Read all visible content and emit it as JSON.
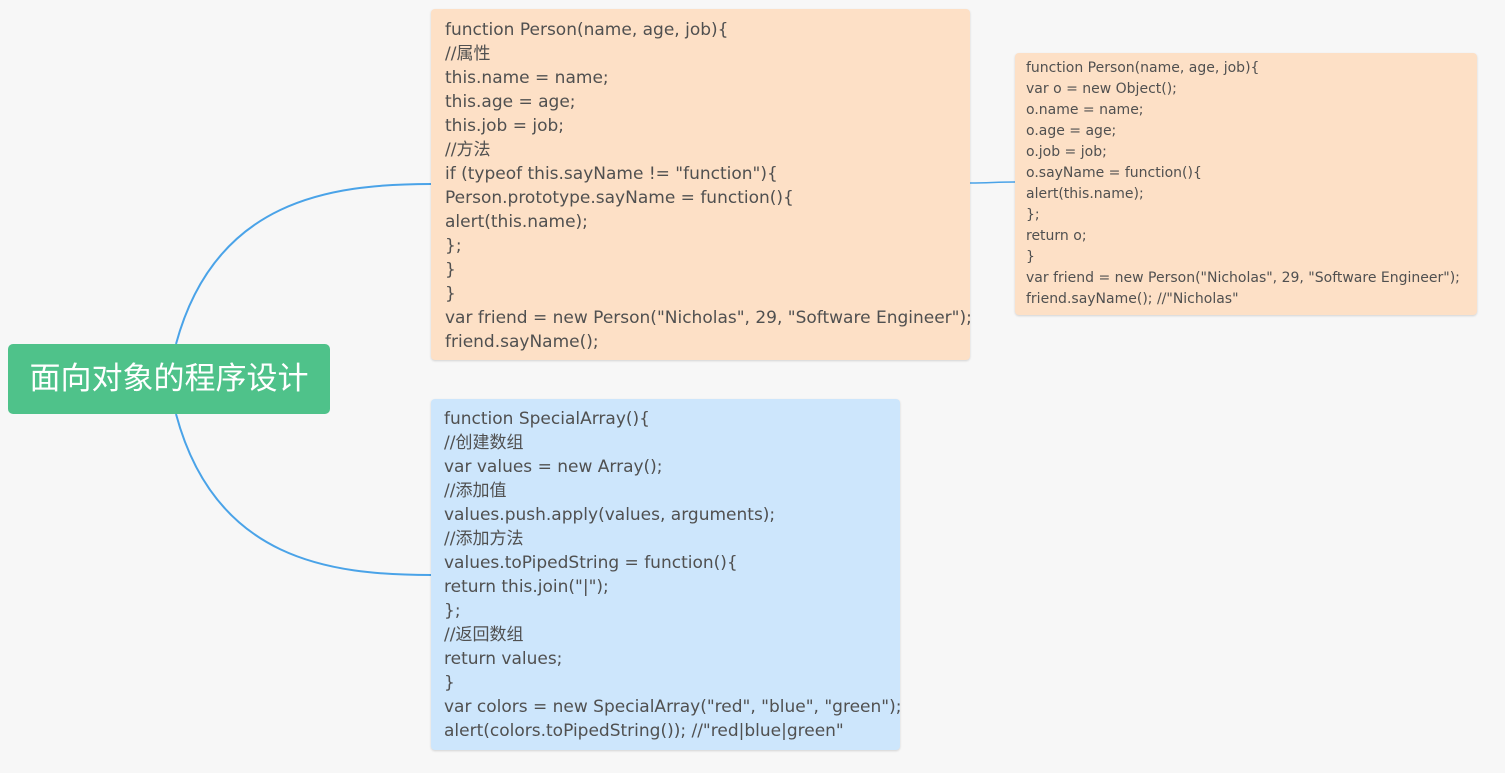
{
  "root": {
    "label": "面向对象的程序设计"
  },
  "colors": {
    "background": "#f7f7f7",
    "root": "#4fc28a",
    "orange_node": "#fde0c6",
    "blue_node": "#cde6fc",
    "connector": "#4aa3e8",
    "text": "#505050"
  },
  "nodes": [
    {
      "lines": [
        "function Person(name, age, job){",
        "//属性",
        "this.name = name;",
        "this.age = age;",
        "this.job = job;",
        "//方法",
        "if (typeof this.sayName != \"function\"){",
        "Person.prototype.sayName = function(){",
        "alert(this.name);",
        "};",
        "}",
        "}",
        "var friend = new Person(\"Nicholas\", 29, \"Software Engineer\");",
        "friend.sayName();"
      ]
    },
    {
      "lines": [
        "function Person(name, age, job){",
        "var o = new Object();",
        "o.name = name;",
        "o.age = age;",
        "o.job = job;",
        "o.sayName = function(){",
        "alert(this.name);",
        "};",
        "return o;",
        "}",
        "var friend = new Person(\"Nicholas\", 29, \"Software Engineer\");",
        "friend.sayName(); //\"Nicholas\""
      ]
    },
    {
      "lines": [
        "function SpecialArray(){",
        "//创建数组",
        "var values = new Array();",
        "//添加值",
        "values.push.apply(values, arguments);",
        "//添加方法",
        "values.toPipedString = function(){",
        "return this.join(\"|\");",
        "};",
        "//返回数组",
        "return values;",
        "}",
        "var colors = new SpecialArray(\"red\", \"blue\", \"green\");",
        "alert(colors.toPipedString()); //\"red|blue|green\""
      ]
    }
  ]
}
